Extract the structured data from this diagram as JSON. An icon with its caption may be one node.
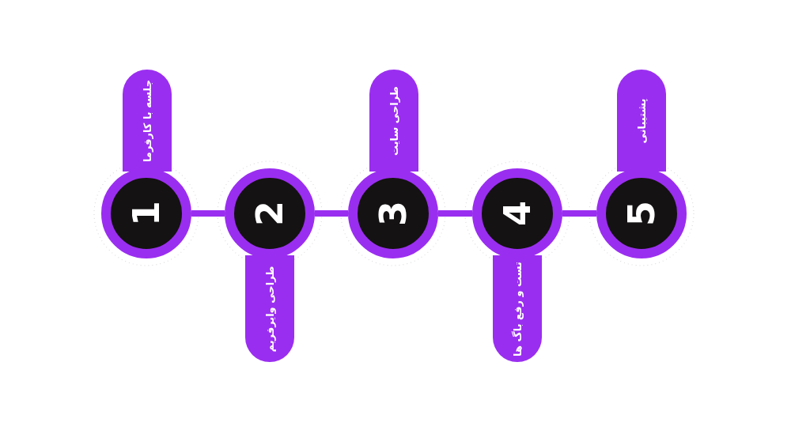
{
  "diagram": {
    "nodes": [
      {
        "text": [
          "1"
        ]
      },
      {
        "text": [
          "2"
        ]
      },
      {
        "text": [
          "3"
        ]
      },
      {
        "text": [
          "4"
        ]
      },
      {
        "text": [
          "5"
        ]
      },
      {
        "text": [
          "جلسه با کارفرما"
        ]
      },
      {
        "text": [
          "طراحی وایرفریم"
        ]
      },
      {
        "text": [
          "طراحی سایت"
        ]
      },
      {
        "text": [
          "تست و رفع باگ ها"
        ]
      },
      {
        "text": [
          "پشتیبانی"
        ]
      }
    ],
    "edges": [
      {
        "from": 0,
        "to": 1,
        "arrow": "none"
      },
      {
        "from": 1,
        "to": 2,
        "arrow": "none"
      },
      {
        "from": 2,
        "to": 3,
        "arrow": "none"
      },
      {
        "from": 3,
        "to": 4,
        "arrow": "none"
      }
    ]
  }
}
